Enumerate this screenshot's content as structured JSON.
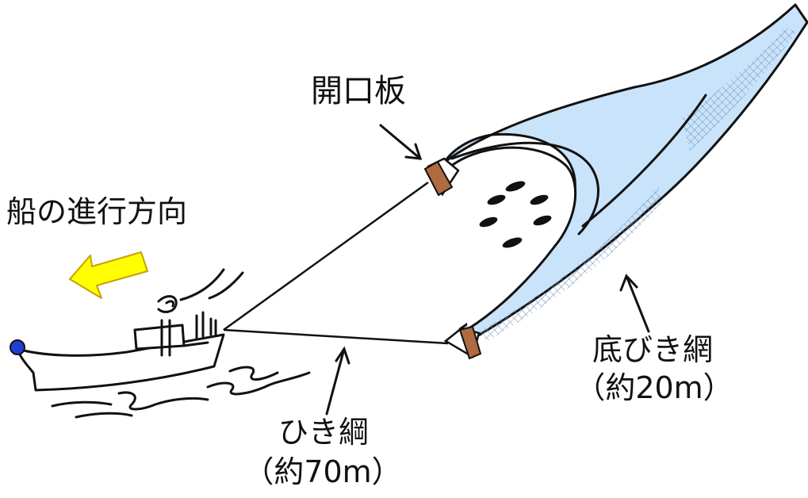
{
  "labels": {
    "otter_board": "開口板",
    "ship_direction": "船の進行方向",
    "trawl_net": "底びき網",
    "trawl_net_length": "（約20m）",
    "tow_rope": "ひき綱",
    "tow_rope_length": "（約70m）"
  },
  "colors": {
    "net_fill": "#c9e3fb",
    "mesh": "#6f8fb5",
    "board": "#b06a3f",
    "arrow_fill": "#ffff00",
    "arrow_stroke": "#c8a000",
    "bow_light": "#1f3fd6",
    "line": "#111111"
  },
  "icons": {
    "direction_arrow": "left-arrow-icon",
    "boat": "fishing-boat-icon",
    "fish": "fish-icon"
  }
}
